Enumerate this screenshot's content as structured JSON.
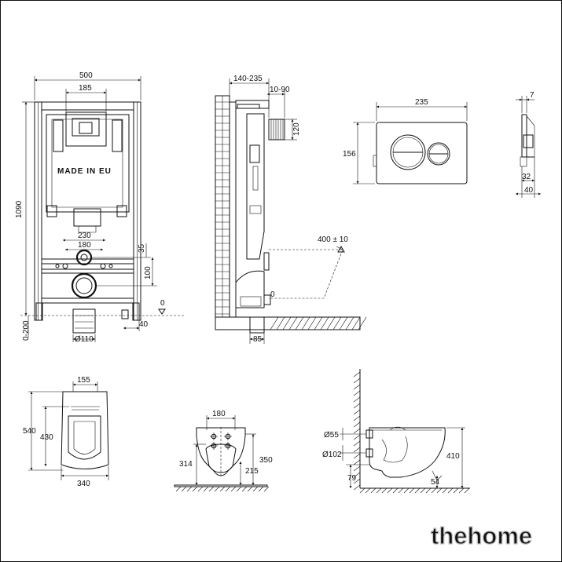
{
  "frame_dims": {
    "width": "500",
    "flush_plate_width": "185",
    "height": "1090",
    "pipe_spacing": "230",
    "stud_spacing": "180",
    "offset_35": "35",
    "offset_100": "100",
    "floor_zero": "0",
    "foot_range": "0-200",
    "foot_40": "40",
    "drain_diameter": "Ø110",
    "stamp": "MADE IN EU"
  },
  "side_dims": {
    "depth": "140-235",
    "offset": "10-90",
    "inlet": "120",
    "bowl_reach": "400 ± 10",
    "floor_zero": "0",
    "bottom": "85"
  },
  "plate_dims": {
    "width": "235",
    "height": "156"
  },
  "plate_side_dims": {
    "thickness": "7",
    "depth_32": "32",
    "depth_40": "40"
  },
  "bowl_top_dims": {
    "top_width": "155",
    "length": "540",
    "inner": "430",
    "width": "340"
  },
  "bowl_back_dims": {
    "bolt_spacing": "180",
    "height_314": "314",
    "height_350": "350",
    "height_215": "215"
  },
  "bowl_side_dims": {
    "d55": "Ø55",
    "d102": "Ø102",
    "height": "410",
    "h79": "79",
    "h54": "54"
  },
  "watermark": "thehome"
}
